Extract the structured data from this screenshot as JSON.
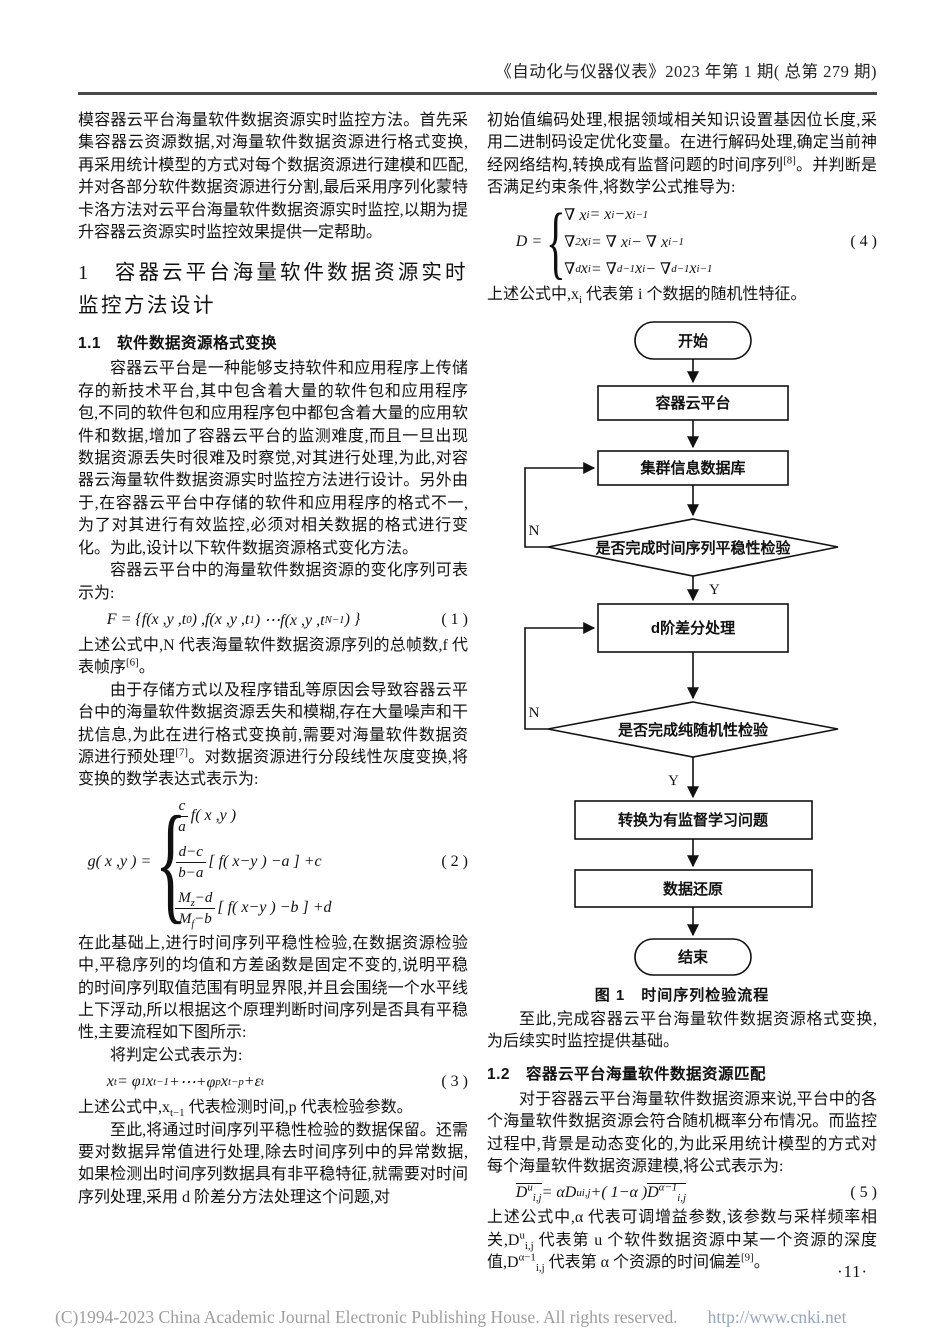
{
  "colors": {
    "text": "#111111",
    "header_rule": "#4a4a4a",
    "footer_text": "#9e9e9e",
    "footer_url": "#96a5bd",
    "paper": "#ffffff"
  },
  "header": {
    "journal_line": "《自动化与仪器仪表》2023 年第 1 期( 总第 279 期)"
  },
  "left": {
    "abstract": "模容器云平台海量软件数据资源实时监控方法。首先采集容器云资源数据,对海量软件数据资源进行格式变换,再采用统计模型的方式对每个数据资源进行建模和匹配,并对各部分软件数据资源进行分割,最后采用序列化蒙特卡洛方法对云平台海量软件数据资源实时监控,以期为提升容器云资源实时监控效果提供一定帮助。",
    "h1": "1　容器云平台海量软件数据资源实时监控方法设计",
    "h11": "1.1　软件数据资源格式变换",
    "p1": "容器云平台是一种能够支持软件和应用程序上传储存的新技术平台,其中包含着大量的软件包和应用程序包,不同的软件包和应用程序包中都包含着大量的应用软件和数据,增加了容器云平台的监测难度,而且一旦出现数据资源丢失时很难及时察觉,对其进行处理,为此,对容器云海量软件数据资源实时监控方法进行设计。另外由于,在容器云平台中存储的软件和应用程序的格式不一,为了对其进行有效监控,必须对相关数据的格式进行变化。为此,设计以下软件数据资源格式变化方法。",
    "p2": "容器云平台中的海量软件数据资源的变化序列可表示为:",
    "f1": {
      "body": [
        "F = {f(x ,y ,t",
        {
          "sub": "0"
        },
        ") ,f(x ,y ,t",
        {
          "sub": "1"
        },
        ") ⋯f(x ,y ,t",
        {
          "sub": "N−1"
        },
        ") }"
      ],
      "number": "( 1 )"
    },
    "p3": [
      "上述公式中,N 代表海量软件数据资源序列的总帧数,f 代表帧序",
      {
        "sup": "[6]"
      },
      "。"
    ],
    "p4": [
      "由于存储方式以及程序错乱等原因会导致容器云平台中的海量软件数据资源丢失和模糊,存在大量噪声和干扰信息,为此在进行格式变换前,需要对海量软件数据资源进行预处理",
      {
        "sup": "[7]"
      },
      "。对数据资源进行分段线性灰度变换,将变换的数学表达式表示为:"
    ],
    "f2": {
      "lhs": "g( x ,y ) = ",
      "body": [
        {
          "cases": [
            [
              {
                "frac": {
                  "n": [
                    "c"
                  ],
                  "d": [
                    "a"
                  ]
                }
              },
              "f( x ,y )"
            ],
            [
              {
                "frac": {
                  "n": [
                    "d−c"
                  ],
                  "d": [
                    "b−a"
                  ]
                }
              },
              "[ f( x−y ) −a ] +c"
            ],
            [
              {
                "frac": {
                  "n": [
                    "M",
                    {
                      "sub": "z"
                    },
                    "−d"
                  ],
                  "d": [
                    "M",
                    {
                      "sub": "f"
                    },
                    "−b"
                  ]
                }
              },
              "[ f( x−y ) −b ] +d"
            ]
          ]
        }
      ],
      "number": "( 2 )"
    },
    "p5": "在此基础上,进行时间序列平稳性检验,在数据资源检验中,平稳序列的均值和方差函数是固定不变的,说明平稳的时间序列取值范围有明显界限,并且会围绕一个水平线上下浮动,所以根据这个原理判断时间序列是否具有平稳性,主要流程如下图所示:",
    "p6": "将判定公式表示为:",
    "f3": {
      "body": [
        "x",
        {
          "sub": "t"
        },
        " = φ",
        {
          "sub": "1"
        },
        "x",
        {
          "sub": "t−1"
        },
        "+⋯+φ",
        {
          "sub": "p"
        },
        "x",
        {
          "sub": "t−p"
        },
        "+ε",
        {
          "sub": "t"
        }
      ],
      "number": "( 3 )"
    },
    "p7": [
      "上述公式中,x",
      {
        "sub": "t−1"
      },
      " 代表检测时间,p 代表检验参数。"
    ],
    "p8": "至此,将通过时间序列平稳性检验的数据保留。还需要对数据异常值进行处理,除去时间序列中的异常数据,如果检测出时间序列数据具有非平稳特征,就需要对时间序列处理,采用 d 阶差分方法处理这个问题,对"
  },
  "right": {
    "p1": [
      "初始值编码处理,根据领域相关知识设置基因位长度,采用二进制码设定优化变量。在进行解码处理,确定当前神经网络结构,转换成有监督问题的时间序列",
      {
        "sup": "[8]"
      },
      "。并判断是否满足约束条件,将数学公式推导为:"
    ],
    "f4": {
      "lhs": "D = ",
      "body": [
        {
          "cases": [
            [
              "∇ x",
              {
                "sub": "i"
              },
              " = x",
              {
                "sub": "i"
              },
              "−x",
              {
                "sub": "i−1"
              }
            ],
            [
              "∇ ",
              {
                "sup": "2"
              },
              "x",
              {
                "sub": "i"
              },
              " = ∇ x",
              {
                "sub": "i"
              },
              "− ∇ x",
              {
                "sub": "i−1"
              }
            ],
            [
              "∇ ",
              {
                "sup": "d"
              },
              "x",
              {
                "sub": "i"
              },
              " = ∇ ",
              {
                "sup": "d−1"
              },
              "x",
              {
                "sub": "i"
              },
              "− ∇ ",
              {
                "sup": "d−1"
              },
              "x",
              {
                "sub": "i−1"
              }
            ]
          ]
        }
      ],
      "number": "( 4 )"
    },
    "p2": [
      "上述公式中,x",
      {
        "sub": "i"
      },
      " 代表第 i 个数据的随机性特征。"
    ],
    "p3": "至此,完成容器云平台海量软件数据资源格式变换,为后续实时监控提供基础。",
    "h12": "1.2　容器云平台海量软件数据资源匹配",
    "p4": "对于容器云平台海量软件数据资源来说,平台中的各个海量软件数据资源会符合随机概率分布情况。而监控过程中,背景是动态变化的,为此采用统计模型的方式对每个海量软件数据资源建模,将公式表示为:",
    "f5": {
      "body": [
        {
          "over": [
            "D",
            {
              "sup": "u"
            },
            {
              "sub": "i,j"
            }
          ]
        },
        " = αD",
        {
          "sup": "u"
        },
        {
          "sub": "i,j"
        },
        "+( 1−α ) ",
        {
          "over": [
            "D",
            {
              "sup": "α−1"
            },
            {
              "sub": "i,j"
            }
          ]
        }
      ],
      "number": "( 5 )"
    },
    "p5": [
      "上述公式中,α 代表可调增益参数,该参数与采样频率相关,D",
      {
        "sup": "u"
      },
      {
        "sub": "i,j"
      },
      " 代表第 u 个软件数据资源中某一个资源的深度值,D",
      {
        "sup": "α−1"
      },
      {
        "sub": "i,j"
      },
      " 代表第 α 个资源的时间偏差",
      {
        "sup": "[9]"
      },
      "。"
    ]
  },
  "figure1": {
    "caption": "图 1　时间序列检验流程",
    "nodes": {
      "start": "开始",
      "platform": "容器云平台",
      "cluster": "集群信息数据库",
      "check_stationarity": "是否完成时间序列平稳性检验",
      "diff": "d阶差分处理",
      "check_randomness": "是否完成纯随机性检验",
      "convert": "转换为有监督学习问题",
      "restore": "数据还原",
      "end": "结束"
    },
    "labels": {
      "yes": "Y",
      "no": "N"
    }
  },
  "page_number": "·11·",
  "footer": {
    "copyright": "(C)1994-2023 China Academic Journal Electronic Publishing House. All rights reserved.",
    "url": "http://www.cnki.net"
  }
}
